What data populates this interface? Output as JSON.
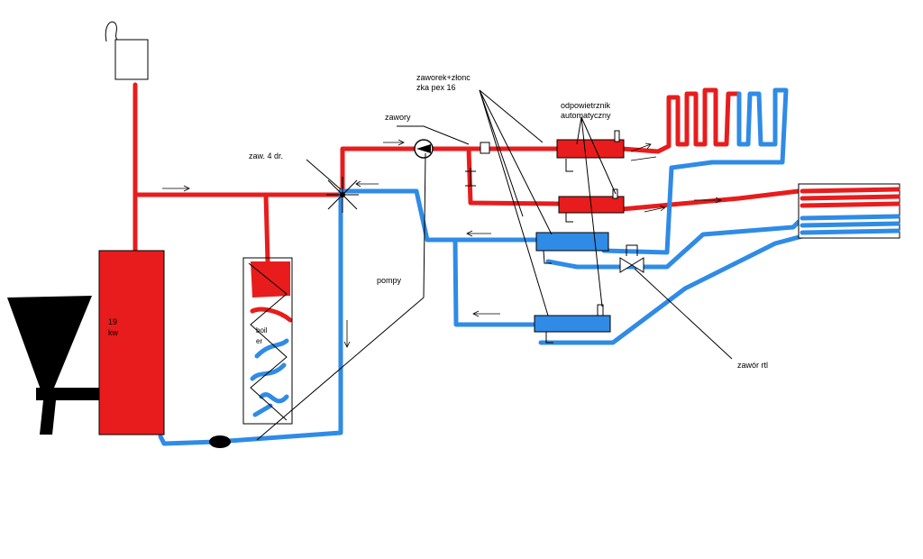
{
  "labels": {
    "boiler_power": "19",
    "boiler_unit": "kw",
    "valve_4way": "zaw. 4 dr.",
    "valve_pipe_1": "zaworek+złonc",
    "valve_pipe_2": "zka pex 16",
    "valves": "zawory",
    "air_vent_1": "odpowietrznik",
    "air_vent_2": "automatyczny",
    "pumps": "pompy",
    "boiler_tank_1": "boil",
    "boiler_tank_2": "er",
    "return_valve": "zawór rtl"
  },
  "colors": {
    "hot": "#e81c1c",
    "cold": "#2f8be6",
    "outline": "#000000"
  }
}
